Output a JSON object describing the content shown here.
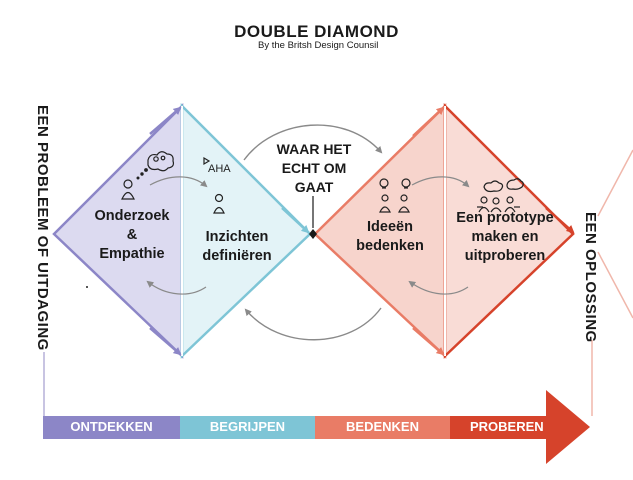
{
  "header": {
    "title": "DOUBLE DIAMOND",
    "subtitle": "By the Britsh Design Counsil"
  },
  "side_labels": {
    "left": "EEN PROBLEEM OF UITDAGING",
    "right": "EEN OPLOSSING"
  },
  "center_note": [
    "WAAR HET",
    "ECHT OM",
    "GAAT"
  ],
  "sketch_text": "AHA",
  "stages": [
    {
      "lines": [
        "Onderzoek",
        "&",
        "Empathie"
      ]
    },
    {
      "lines": [
        "Inzichten",
        "definiëren"
      ]
    },
    {
      "lines": [
        "Ideeën",
        "bedenken"
      ]
    },
    {
      "lines": [
        "Een prototype",
        "maken en",
        "uitproberen"
      ]
    }
  ],
  "phases": [
    {
      "label": "ONTDEKKEN",
      "color": "#8c86c7"
    },
    {
      "label": "BEGRIJPEN",
      "color": "#7ec5d6"
    },
    {
      "label": "BEDENKEN",
      "color": "#e97c66"
    },
    {
      "label": "PROBEREN",
      "color": "#d6432b"
    }
  ],
  "colors": {
    "diamond1_left_fill": "#dcdaf0",
    "diamond1_left_stroke": "#8c86c7",
    "diamond1_right_fill": "#e3f3f7",
    "diamond1_right_stroke": "#7ec5d6",
    "diamond2_left_fill": "#f7d4cc",
    "diamond2_left_stroke": "#e97c66",
    "diamond2_right_fill": "#f9dcd6",
    "diamond2_right_stroke": "#d6432b"
  }
}
